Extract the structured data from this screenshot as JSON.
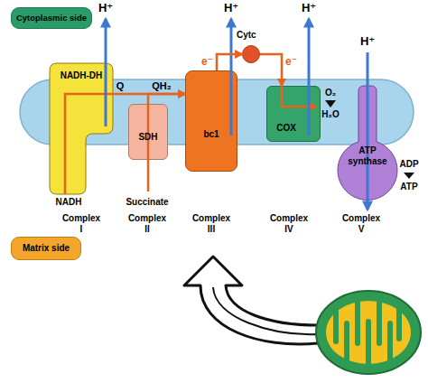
{
  "diagram": {
    "nodes": [
      {
        "text": [
          "Cytoplasmic side"
        ]
      },
      {
        "text": [
          "Cytc"
        ]
      },
      {
        "text": [
          "NADH-DH"
        ]
      },
      {
        "text": [
          "SDH"
        ]
      },
      {
        "text": [
          "bc1"
        ]
      },
      {
        "text": [
          "COX"
        ]
      },
      {
        "text": [
          "ATP synthase"
        ]
      },
      {
        "text": [
          "Matrix side"
        ]
      }
    ],
    "edges": [
      {
        "from": 2,
        "to": 4,
        "arrow": "to"
      },
      {
        "from": 3,
        "to": 4,
        "arrow": "to"
      },
      {
        "from": 4,
        "to": 1,
        "arrow": "to",
        "label": "e⁻"
      },
      {
        "from": 1,
        "to": 5,
        "arrow": "to",
        "label": "e⁻"
      }
    ],
    "labels": [
      "H⁺",
      "Q",
      "QH₂",
      "H⁺",
      "H⁺",
      "H⁺",
      "O₂",
      "H₂O",
      "ADP",
      "ATP",
      "NADH",
      "Succinate",
      "Complex I",
      "Complex II",
      "Complex III",
      "Complex IV",
      "Complex V"
    ]
  }
}
